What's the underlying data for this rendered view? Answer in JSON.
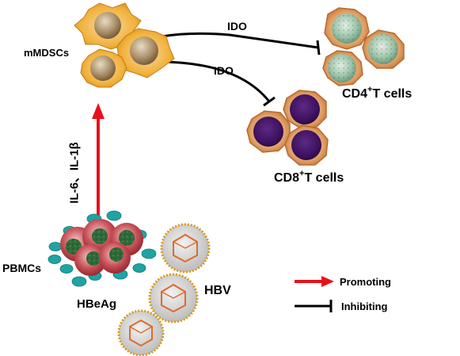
{
  "labels": {
    "mmdscs": "mMDSCs",
    "ido_cd4": "IDO",
    "ido_cd8": "IDO",
    "cd4_prefix": "CD4",
    "cd4_sup": "+",
    "cd4_suffix": "T cells",
    "cd8_prefix": "CD8",
    "cd8_sup": "+",
    "cd8_suffix": "T cells",
    "pbmcs": "PBMCs",
    "hbeag": "HBeAg",
    "hbv": "HBV",
    "cytokines": "IL-6、IL-1β"
  },
  "legend": {
    "promoting": "Promoting",
    "inhibiting": "Inhibiting"
  },
  "colors": {
    "promoting_arrow": "#e8101a",
    "inhibiting_line": "#000000",
    "mdsc_body": "#f2b13a",
    "mdsc_nucleus": "#a88e67",
    "cd4_nucleus": "#8bb89a",
    "cd8_nucleus": "#3d1160",
    "t_cell_body": "#d98a4a",
    "pbmc_red": "#b8323a",
    "pbmc_nucleus": "#2e6a3a",
    "teal_particle": "#1fa3a3",
    "hbv_capsid": "#e06a2a"
  }
}
